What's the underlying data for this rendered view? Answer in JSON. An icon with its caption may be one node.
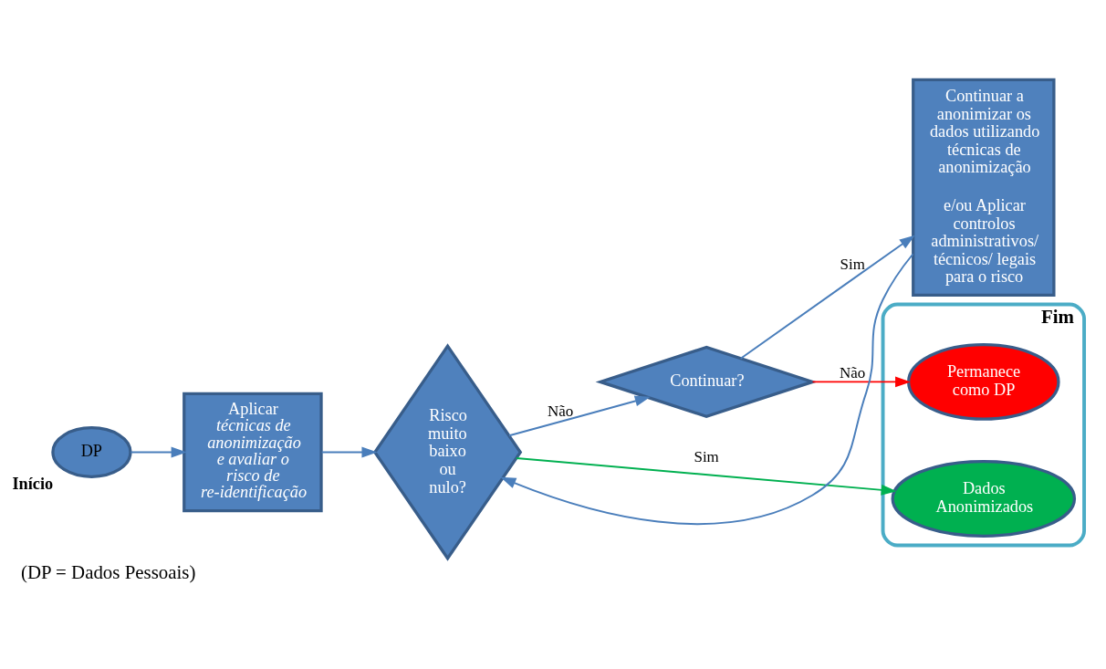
{
  "diagram": {
    "caption": "(DP = Dados Pessoais)",
    "nodes": [
      {
        "text": [
          "DP"
        ],
        "beside": [
          "Início"
        ]
      },
      {
        "text": [
          "Aplicar *técnicas de anonimização* e avaliar o risco de re-identificação"
        ]
      },
      {
        "text": [
          "Risco muito baixo ou nulo?"
        ]
      },
      {
        "text": [
          "Continuar?"
        ]
      },
      {
        "text": [
          "Continuar a anonimizar os dados utilizando técnicas de anonimização",
          "e/ou Aplicar controlos administrativos/ técnicos/ legais para o risco"
        ]
      },
      {
        "text": [
          "Fim"
        ]
      },
      {
        "text": [
          "Dados Anonimizados"
        ],
        "in": 5
      },
      {
        "text": [
          "Permanece como DP"
        ],
        "in": 5
      }
    ],
    "edges": [
      {
        "from": 0,
        "to": 1,
        "arrow": "to"
      },
      {
        "from": 1,
        "to": 2,
        "arrow": "to"
      },
      {
        "from": 2,
        "to": 6,
        "arrow": "to",
        "label": "Sim",
        "color": "#00b050"
      },
      {
        "from": 2,
        "to": 3,
        "arrow": "to",
        "label": "Não"
      },
      {
        "from": 3,
        "to": 4,
        "arrow": "to",
        "label": "Sim"
      },
      {
        "from": 4,
        "to": 2,
        "arrow": "to"
      },
      {
        "from": 3,
        "to": 7,
        "arrow": "to",
        "label": "Não",
        "color": "#ff0000"
      }
    ]
  }
}
